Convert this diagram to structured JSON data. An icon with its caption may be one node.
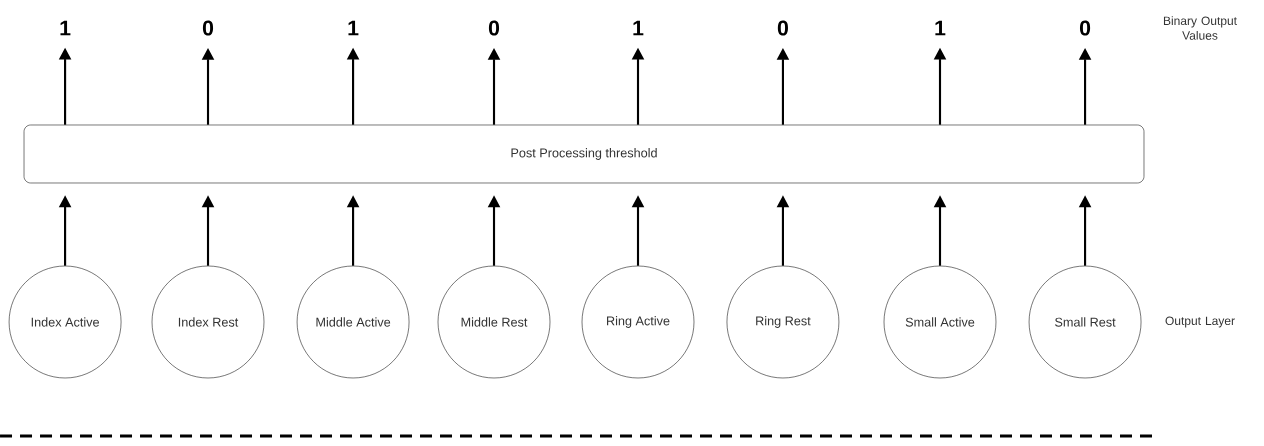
{
  "diagram": {
    "nodes": [
      {
        "text": [
          "1"
        ]
      },
      {
        "text": [
          "0"
        ]
      },
      {
        "text": [
          "1"
        ]
      },
      {
        "text": [
          "0"
        ]
      },
      {
        "text": [
          "1"
        ]
      },
      {
        "text": [
          "0"
        ]
      },
      {
        "text": [
          "1"
        ]
      },
      {
        "text": [
          "0"
        ]
      },
      {
        "text": [
          "Post Processing threshold"
        ]
      },
      {
        "text": [
          "Index Active"
        ]
      },
      {
        "text": [
          "Index Rest"
        ]
      },
      {
        "text": [
          "Middle Active"
        ]
      },
      {
        "text": [
          "Middle Rest"
        ]
      },
      {
        "text": [
          "Ring Active"
        ]
      },
      {
        "text": [
          "Ring Rest"
        ]
      },
      {
        "text": [
          "Small Active"
        ]
      },
      {
        "text": [
          "Small Rest"
        ]
      }
    ],
    "edges": [
      {
        "from": 9,
        "to": 8,
        "arrow": "to"
      },
      {
        "from": 10,
        "to": 8,
        "arrow": "to"
      },
      {
        "from": 11,
        "to": 8,
        "arrow": "to"
      },
      {
        "from": 12,
        "to": 8,
        "arrow": "to"
      },
      {
        "from": 13,
        "to": 8,
        "arrow": "to"
      },
      {
        "from": 14,
        "to": 8,
        "arrow": "to"
      },
      {
        "from": 15,
        "to": 8,
        "arrow": "to"
      },
      {
        "from": 16,
        "to": 8,
        "arrow": "to"
      },
      {
        "from": 8,
        "to": 0,
        "arrow": "to"
      },
      {
        "from": 8,
        "to": 1,
        "arrow": "to"
      },
      {
        "from": 8,
        "to": 2,
        "arrow": "to"
      },
      {
        "from": 8,
        "to": 3,
        "arrow": "to"
      },
      {
        "from": 8,
        "to": 4,
        "arrow": "to"
      },
      {
        "from": 8,
        "to": 5,
        "arrow": "to"
      },
      {
        "from": 8,
        "to": 6,
        "arrow": "to"
      },
      {
        "from": 8,
        "to": 7,
        "arrow": "to"
      }
    ],
    "labels": [
      "Binary Output Values",
      "Output Layer"
    ]
  }
}
